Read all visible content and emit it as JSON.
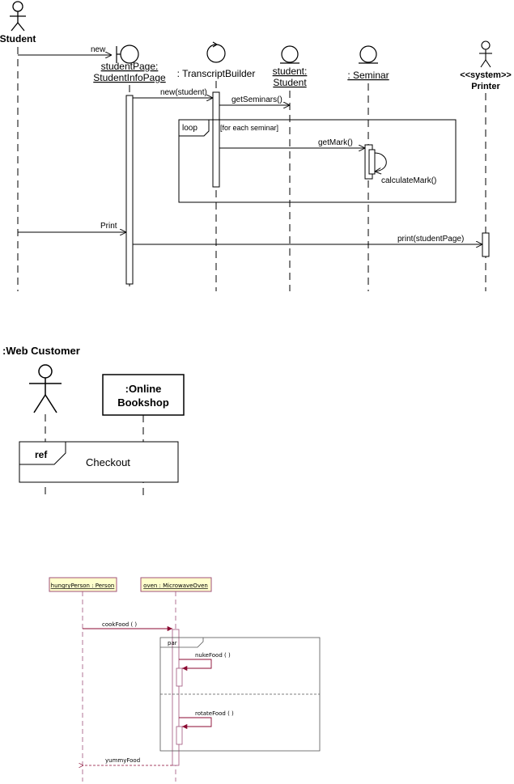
{
  "diagram1": {
    "actor_student": "Student",
    "msg_new": "new",
    "lifeline_studentpage_line1": "studentPage:",
    "lifeline_studentpage_line2": "StudentInfoPage",
    "lifeline_transcript": ": TranscriptBuilder",
    "lifeline_student_line1": "student:",
    "lifeline_student_line2": "Student",
    "lifeline_seminar": ": Seminar",
    "lifeline_printer_stereotype": "<<system>>",
    "lifeline_printer_name": "Printer",
    "msg_new_student": "new(student)",
    "msg_get_seminars": "getSeminars()",
    "loop_label": "loop",
    "loop_guard": "[for each seminar]",
    "msg_get_mark": "getMark()",
    "msg_calculate_mark": "calculateMark()",
    "msg_print": "Print",
    "msg_print_student_page": "print(studentPage)"
  },
  "diagram2": {
    "actor_web_customer": ":Web Customer",
    "lifeline_bookshop_line1": ":Online",
    "lifeline_bookshop_line2": "Bookshop",
    "ref_label": "ref",
    "ref_name": "Checkout"
  },
  "diagram3": {
    "lifeline_hungry_person": "hungryPerson : Person",
    "lifeline_oven": "oven : MicrowaveOven",
    "msg_cook_food": "cookFood ( )",
    "par_label": "par",
    "msg_nuke_food": "nukeFood ( )",
    "msg_rotate_food": "rotateFood ( )",
    "msg_yummy_food": "yummyFood",
    "colors": {
      "box_fill": "#ffffcc",
      "box_stroke": "#a0527a",
      "message": "#8b0a32",
      "lifeline": "#a0527a"
    }
  }
}
